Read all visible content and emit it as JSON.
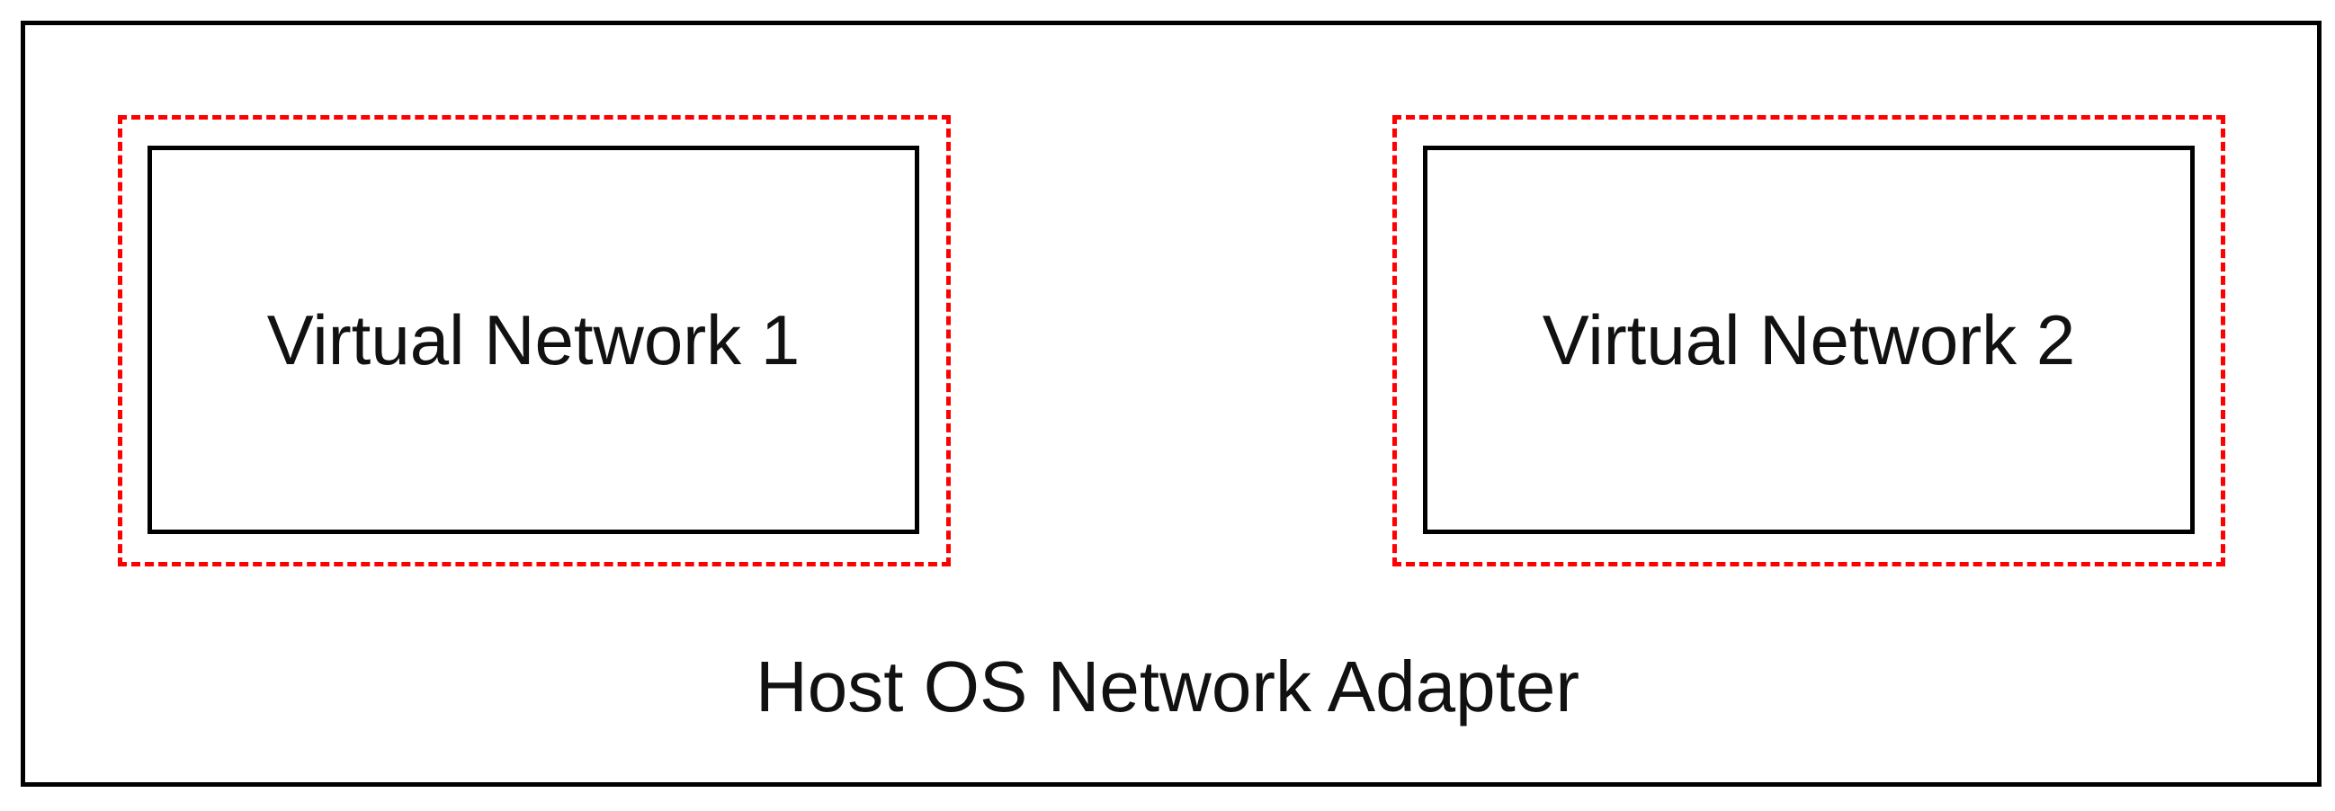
{
  "host": {
    "label": "Host OS Network Adapter"
  },
  "networks": [
    {
      "label": "Virtual Network 1"
    },
    {
      "label": "Virtual Network 2"
    }
  ],
  "colors": {
    "boundary": "#ff0000",
    "box_border": "#000000",
    "background": "#ffffff",
    "text": "#111111"
  }
}
